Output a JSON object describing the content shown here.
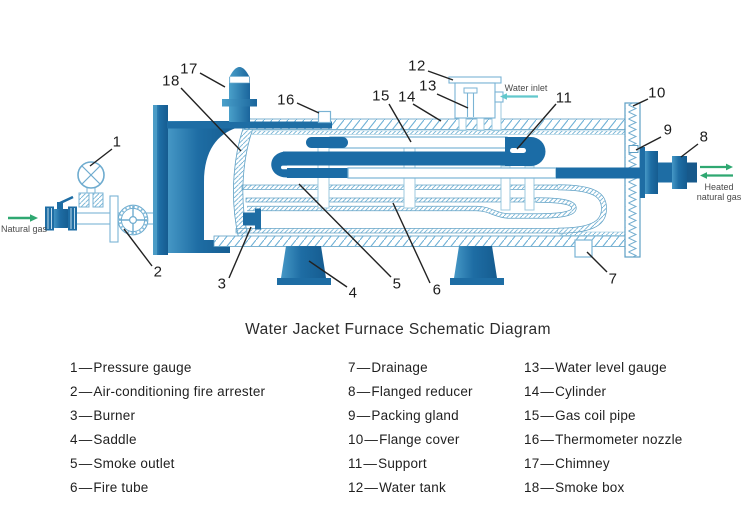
{
  "title": "Water Jacket Furnace Schematic Diagram",
  "annotations": {
    "natural_gas": "Natural gas",
    "water_inlet": "Water inlet",
    "heated_line1": "Heated",
    "heated_line2": "natural gas"
  },
  "callouts": {
    "n1": "1",
    "n2": "2",
    "n3": "3",
    "n4": "4",
    "n5": "5",
    "n6": "6",
    "n7": "7",
    "n8": "8",
    "n9": "9",
    "n10": "10",
    "n11": "11",
    "n12": "12",
    "n13": "13",
    "n14": "14",
    "n15": "15",
    "n16": "16",
    "n17": "17",
    "n18": "18"
  },
  "legend": {
    "separator": "—",
    "items": [
      {
        "num": "1",
        "label": "Pressure gauge"
      },
      {
        "num": "2",
        "label": "Air-conditioning fire arrester"
      },
      {
        "num": "3",
        "label": "Burner"
      },
      {
        "num": "4",
        "label": "Saddle"
      },
      {
        "num": "5",
        "label": "Smoke outlet"
      },
      {
        "num": "6",
        "label": "Fire tube"
      },
      {
        "num": "7",
        "label": "Drainage"
      },
      {
        "num": "8",
        "label": "Flanged reducer"
      },
      {
        "num": "9",
        "label": "Packing gland"
      },
      {
        "num": "10",
        "label": "Flange cover"
      },
      {
        "num": "11",
        "label": "Support"
      },
      {
        "num": "12",
        "label": "Water tank"
      },
      {
        "num": "13",
        "label": "Water level gauge"
      },
      {
        "num": "14",
        "label": "Cylinder"
      },
      {
        "num": "15",
        "label": "Gas coil pipe"
      },
      {
        "num": "16",
        "label": "Thermometer nozzle"
      },
      {
        "num": "17",
        "label": "Chimney"
      },
      {
        "num": "18",
        "label": "Smoke box"
      }
    ]
  },
  "colors": {
    "primary_blue": "#1e6da4",
    "light_blue_outline": "#74b2d4",
    "hatch_blue": "#6eb0d6",
    "green_arrow": "#2fa871",
    "cyan_arrow": "#62c8cc",
    "leader_line": "#222222",
    "text": "#1f1f1f"
  }
}
